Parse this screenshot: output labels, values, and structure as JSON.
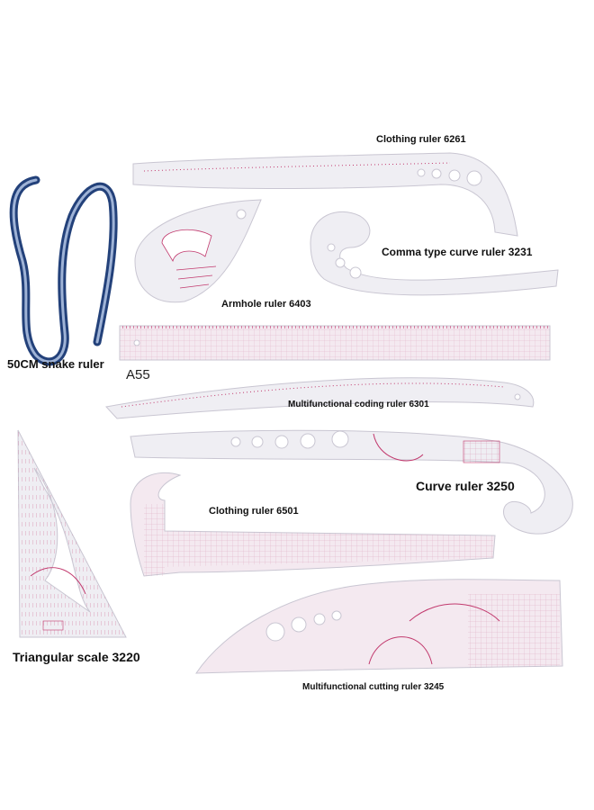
{
  "labels": {
    "clothing_6261": "Clothing ruler 6261",
    "comma_3231": "Comma type curve ruler 3231",
    "armhole_6403": "Armhole ruler 6403",
    "snake": "50CM snake ruler",
    "a55": "A55",
    "coding_6301": "Multifunctional coding ruler 6301",
    "curve_3250": "Curve ruler 3250",
    "clothing_6501": "Clothing ruler 6501",
    "triangular_3220": "Triangular scale 3220",
    "cutting_3245": "Multifunctional cutting ruler 3245"
  },
  "colors": {
    "background": "#ffffff",
    "ruler_fill": "#efeef3",
    "ruler_edge": "#c9c6d2",
    "marking": "#c23a6e",
    "snake_blue": "#23417a",
    "label_text": "#111111"
  }
}
